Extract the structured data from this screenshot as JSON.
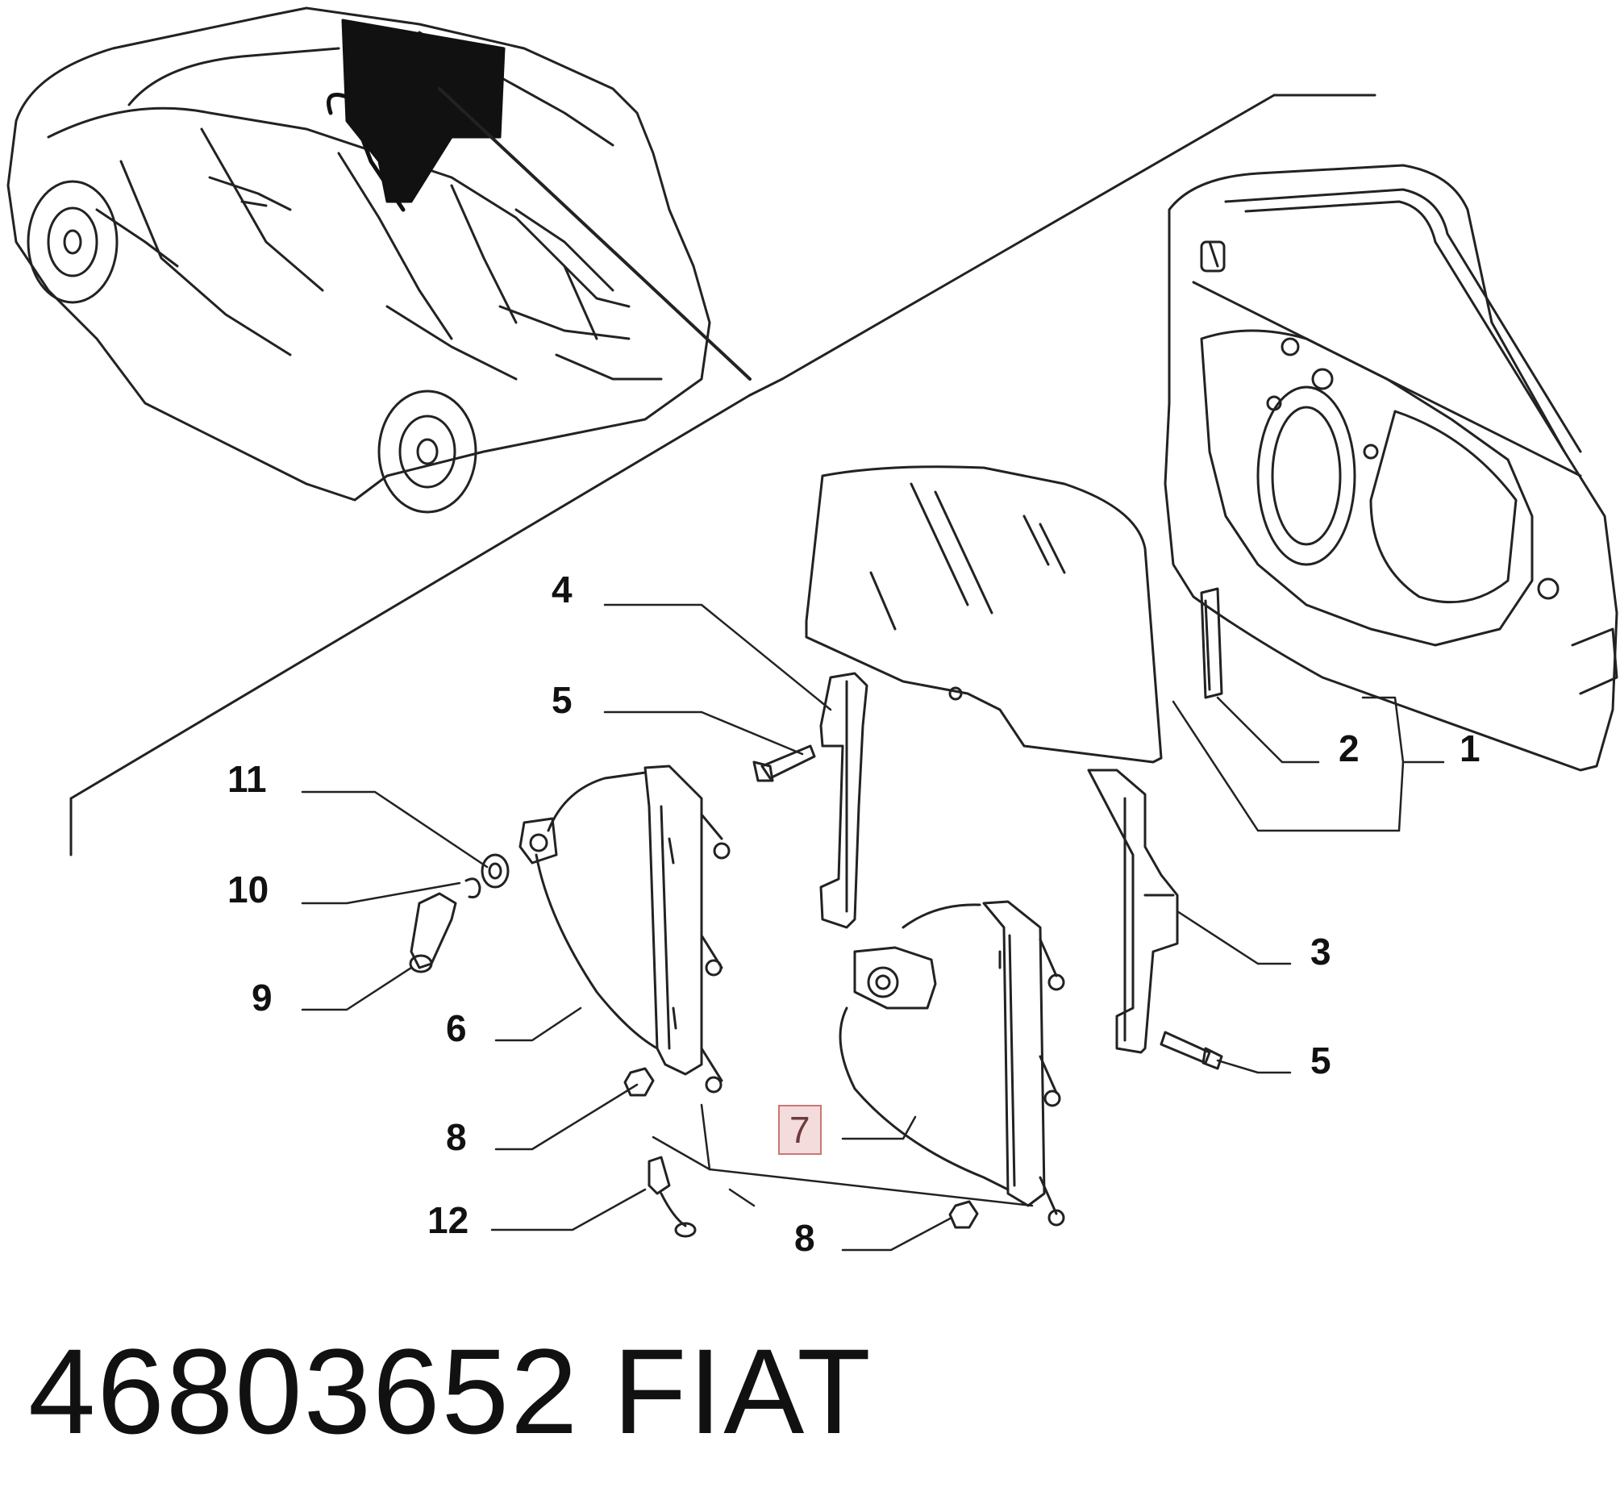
{
  "diagram": {
    "callouts": [
      {
        "id": "1",
        "label": "1"
      },
      {
        "id": "2",
        "label": "2"
      },
      {
        "id": "3",
        "label": "3"
      },
      {
        "id": "4",
        "label": "4"
      },
      {
        "id": "5a",
        "label": "5"
      },
      {
        "id": "5b",
        "label": "5"
      },
      {
        "id": "6",
        "label": "6"
      },
      {
        "id": "7",
        "label": "7",
        "highlighted": true
      },
      {
        "id": "8a",
        "label": "8"
      },
      {
        "id": "8b",
        "label": "8"
      },
      {
        "id": "9",
        "label": "9"
      },
      {
        "id": "10",
        "label": "10"
      },
      {
        "id": "11",
        "label": "11"
      },
      {
        "id": "12",
        "label": "12"
      }
    ]
  },
  "footer": {
    "part_number": "46803652",
    "brand": "FIAT"
  },
  "colors": {
    "line": "#222222",
    "highlight_fill": "#f4dcdc",
    "highlight_border": "#c77777",
    "highlight_text": "#6b3c3c"
  }
}
